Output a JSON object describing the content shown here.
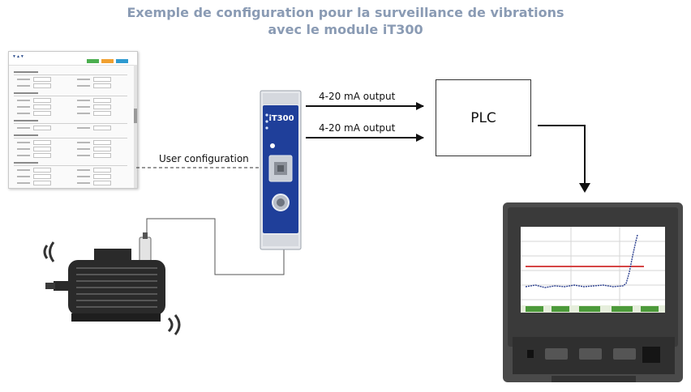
{
  "title": {
    "line1": "Exemple de configuration pour la surveillance de vibrations",
    "line2": "avec le module iT300"
  },
  "labels": {
    "output_1": "4-20 mA output",
    "output_2": "4-20 mA output",
    "user_config": "User configuration",
    "plc": "PLC",
    "module": "iT300"
  },
  "colors": {
    "title": "#8a9bb4",
    "module_blue": "#1f3f9a",
    "recorder_frame": "#3c3c3c",
    "trend_line": "#2b3f8f",
    "alarm_line": "#d64545",
    "softkey_green": "#4c9a3a"
  }
}
